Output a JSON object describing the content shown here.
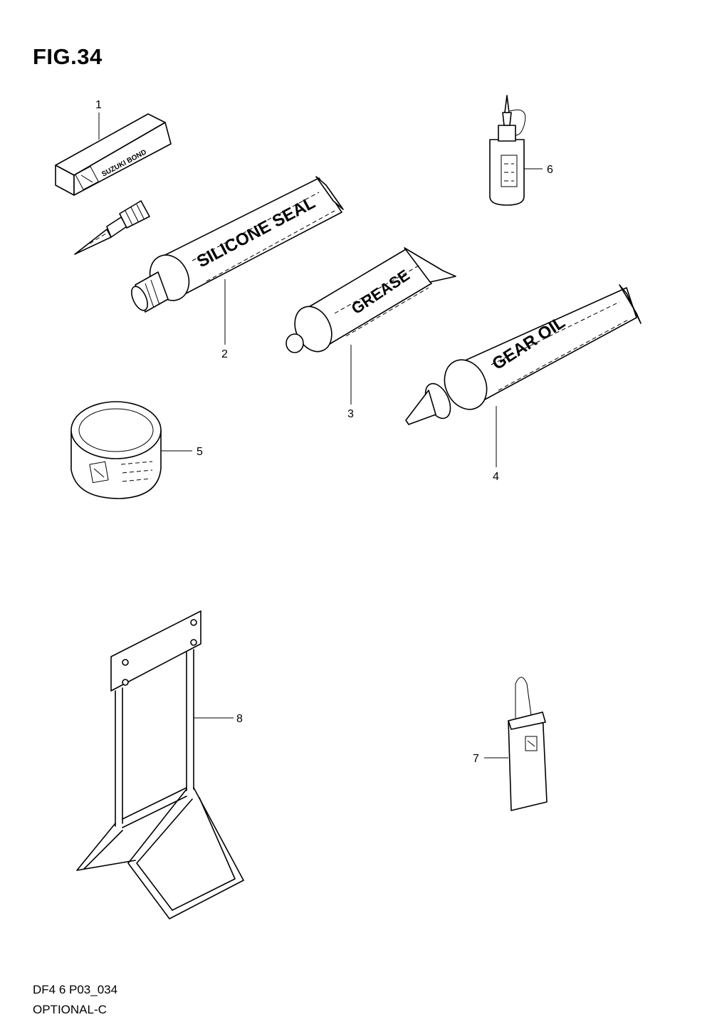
{
  "figure": {
    "title": "FIG.34"
  },
  "footer": {
    "code": "DF4 6 P03_034",
    "section": "OPTIONAL-C"
  },
  "parts": [
    {
      "id": "1",
      "callout": "1",
      "label": "SUZUKI BOND"
    },
    {
      "id": "2",
      "callout": "2",
      "label": "SILICONE SEAL"
    },
    {
      "id": "3",
      "callout": "3",
      "label": "GREASE"
    },
    {
      "id": "4",
      "callout": "4",
      "label": "GEAR OIL"
    },
    {
      "id": "5",
      "callout": "5",
      "label": ""
    },
    {
      "id": "6",
      "callout": "6",
      "label": ""
    },
    {
      "id": "7",
      "callout": "7",
      "label": ""
    },
    {
      "id": "8",
      "callout": "8",
      "label": ""
    }
  ],
  "colors": {
    "line": "#000000",
    "background": "#ffffff"
  }
}
